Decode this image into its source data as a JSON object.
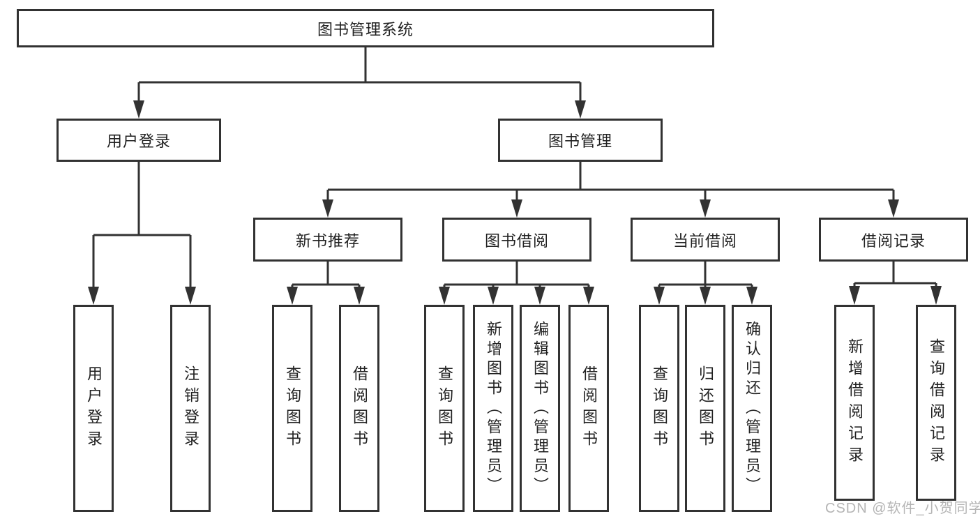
{
  "tree": {
    "root": {
      "label": "图书管理系统",
      "children": [
        {
          "label": "用户登录",
          "children": [
            {
              "label": "用户登录"
            },
            {
              "label": "注销登录"
            }
          ]
        },
        {
          "label": "图书管理",
          "children": [
            {
              "label": "新书推荐",
              "children": [
                {
                  "label": "查询图书"
                },
                {
                  "label": "借阅图书"
                }
              ]
            },
            {
              "label": "图书借阅",
              "children": [
                {
                  "label": "查询图书"
                },
                {
                  "label": "新增图书（管理员）"
                },
                {
                  "label": "编辑图书（管理员）"
                },
                {
                  "label": "借阅图书"
                }
              ]
            },
            {
              "label": "当前借阅",
              "children": [
                {
                  "label": "查询图书"
                },
                {
                  "label": "归还图书"
                },
                {
                  "label": "确认归还（管理员）"
                }
              ]
            },
            {
              "label": "借阅记录",
              "children": [
                {
                  "label": "新增借阅记录"
                },
                {
                  "label": "查询借阅记录"
                }
              ]
            }
          ]
        }
      ]
    }
  },
  "watermark": "CSDN @软件_小贺同学",
  "colors": {
    "line": "#323232",
    "text": "#212121",
    "watermark": "#b5b5b5",
    "background": "#ffffff"
  }
}
